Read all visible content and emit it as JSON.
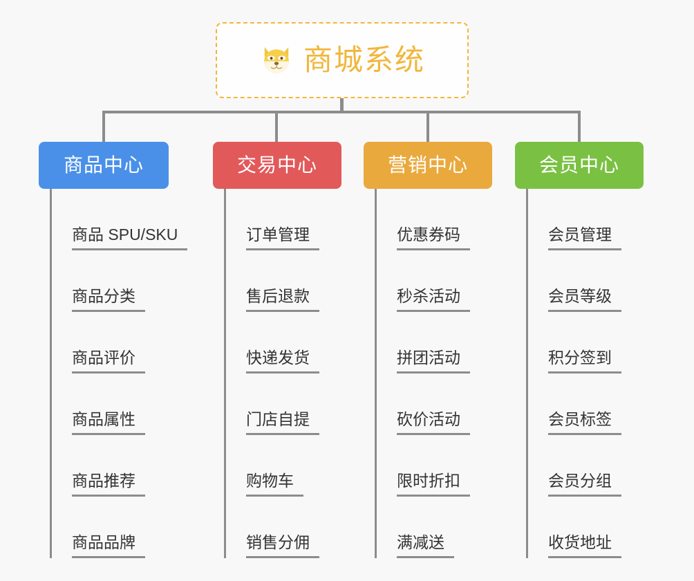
{
  "diagram": {
    "type": "mindmap-tree",
    "background_color": "#f8f8f8",
    "root": {
      "title": "商城系统",
      "icon": "dog-face-icon",
      "border_color": "#f2b63c",
      "text_color": "#f2b63c",
      "border_style": "dashed"
    },
    "connector_color": "#8c8c8c",
    "branches": [
      {
        "label": "商品中心",
        "color": "#4a90e8",
        "items": [
          "商品 SPU/SKU",
          "商品分类",
          "商品评价",
          "商品属性",
          "商品推荐",
          "商品品牌"
        ]
      },
      {
        "label": "交易中心",
        "color": "#e2595a",
        "items": [
          "订单管理",
          "售后退款",
          "快递发货",
          "门店自提",
          "购物车",
          "销售分佣"
        ]
      },
      {
        "label": "营销中心",
        "color": "#eaa93d",
        "items": [
          "优惠券码",
          "秒杀活动",
          "拼团活动",
          "砍价活动",
          "限时折扣",
          "满减送"
        ]
      },
      {
        "label": "会员中心",
        "color": "#7ac143",
        "items": [
          "会员管理",
          "会员等级",
          "积分签到",
          "会员标签",
          "会员分组",
          "收货地址"
        ]
      }
    ]
  }
}
